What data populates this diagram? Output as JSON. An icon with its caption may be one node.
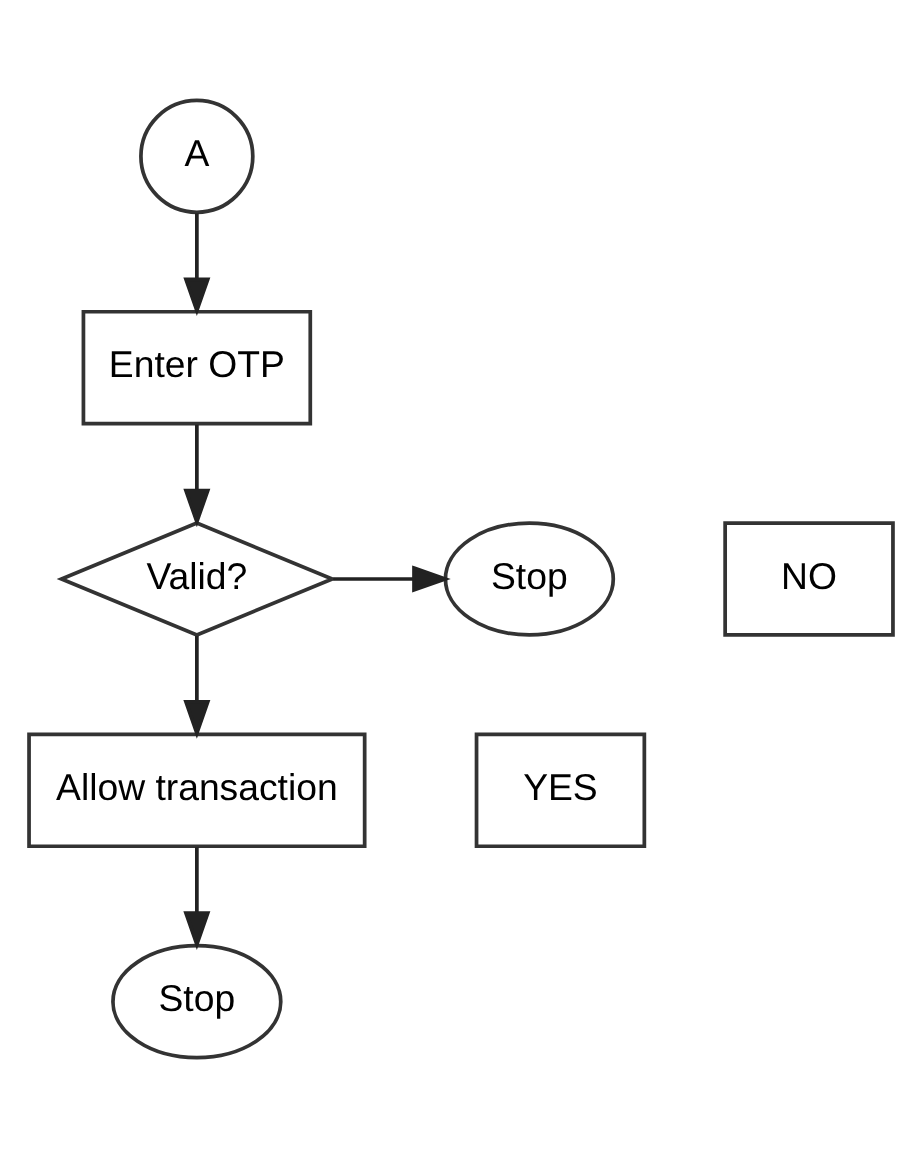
{
  "diagram": {
    "nodes": [
      {
        "text": [
          "A"
        ]
      },
      {
        "text": [
          "Enter OTP"
        ]
      },
      {
        "text": [
          "Valid?"
        ]
      },
      {
        "text": [
          "NO"
        ]
      },
      {
        "text": [
          "Stop"
        ]
      },
      {
        "text": [
          "YES"
        ]
      },
      {
        "text": [
          "Allow transaction"
        ]
      },
      {
        "text": [
          "Stop"
        ]
      }
    ],
    "edges": [
      {
        "from": 0,
        "to": 1,
        "arrow": "to"
      },
      {
        "from": 1,
        "to": 2,
        "arrow": "to"
      },
      {
        "from": 2,
        "to": 4,
        "arrow": "to"
      },
      {
        "from": 2,
        "to": 6,
        "arrow": "to"
      },
      {
        "from": 6,
        "to": 7,
        "arrow": "to"
      }
    ]
  }
}
